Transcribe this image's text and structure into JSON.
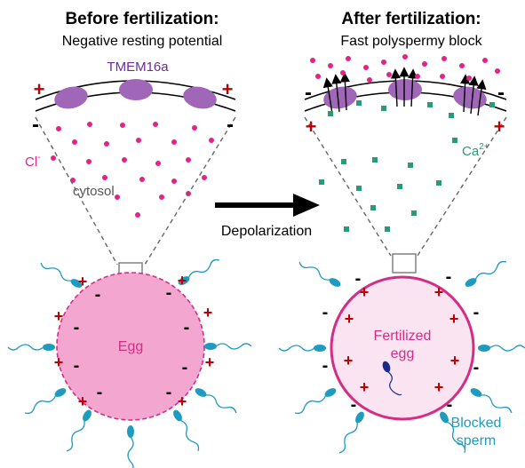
{
  "left": {
    "title": "Before fertilization:",
    "subtitle": "Negative resting potential",
    "channel_label": "TMEM16a",
    "ion_label": "Cl",
    "ion_charge": "-",
    "cytosol_label": "cytosol",
    "egg_label": "Egg"
  },
  "right": {
    "title": "After fertilization:",
    "subtitle": "Fast polyspermy block",
    "ion_label": "Ca",
    "ion_charge": "2+",
    "egg_label_line1": "Fertilized",
    "egg_label_line2": "egg",
    "sperm_label_line1": "Blocked",
    "sperm_label_line2": "sperm"
  },
  "arrow_label": "Depolarization",
  "symbols": {
    "plus": "+",
    "minus": "-"
  },
  "colors": {
    "channel": "#a066b8",
    "channel_label": "#6a2c91",
    "chloride": "#e0248a",
    "calcium": "#2a9a78",
    "egg_fill_left": "#f3a6d0",
    "egg_stroke": "#d42d84",
    "egg_fill_right": "#fbe4f1",
    "sperm": "#1f9bbf",
    "plus": "#c00000",
    "minus": "#000000"
  }
}
